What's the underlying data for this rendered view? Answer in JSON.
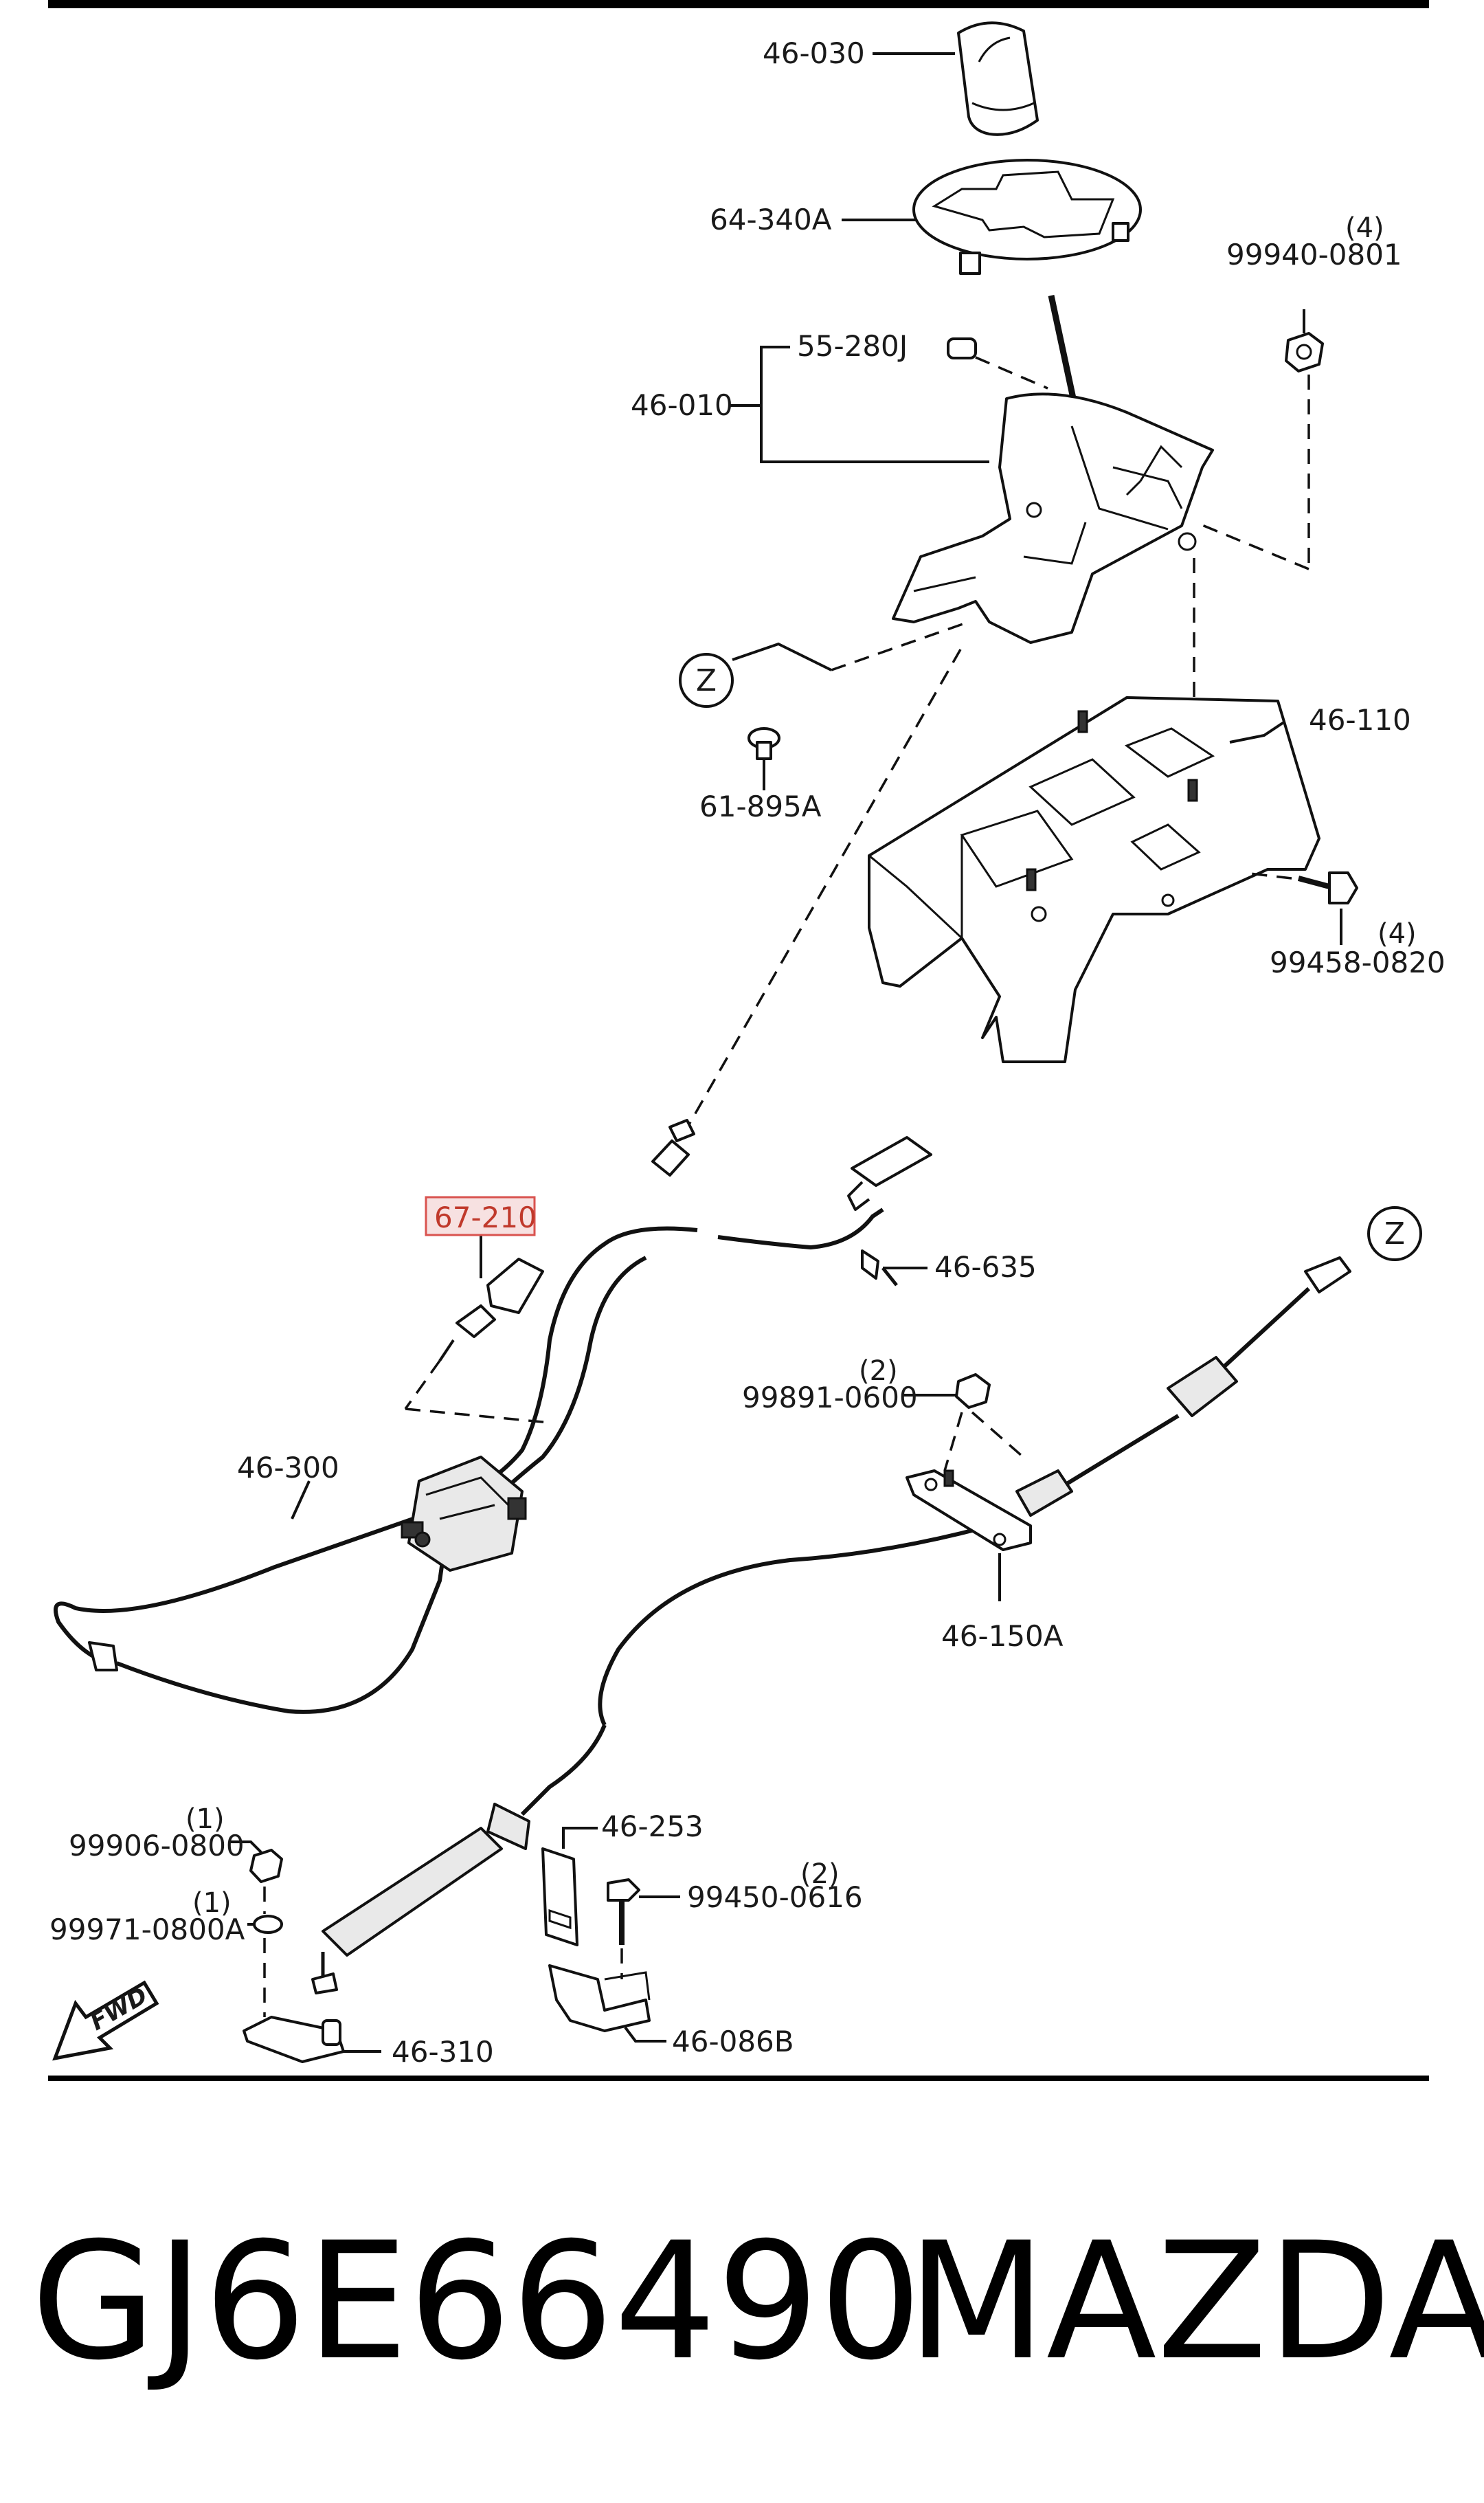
{
  "parts": [
    {
      "id": "knob",
      "number": "46-030"
    },
    {
      "id": "indicator_panel",
      "number": "64-340A"
    },
    {
      "id": "bulb",
      "number": "55-280J"
    },
    {
      "id": "shifter_assembly",
      "number": "46-010"
    },
    {
      "id": "nut_top",
      "number": "99940-0801",
      "qty": "(4)"
    },
    {
      "id": "clip",
      "number": "61-895A"
    },
    {
      "id": "bracket",
      "number": "46-110"
    },
    {
      "id": "bolt_bracket",
      "number": "99458-0820",
      "qty": "(4)"
    },
    {
      "id": "solenoid",
      "number": "67-210"
    },
    {
      "id": "clip_small",
      "number": "46-635"
    },
    {
      "id": "nut_mid",
      "number": "99891-0600",
      "qty": "(2)"
    },
    {
      "id": "interlock_cable",
      "number": "46-300"
    },
    {
      "id": "shift_cable",
      "number": "46-150A"
    },
    {
      "id": "nut_low",
      "number": "99906-0800",
      "qty": "(1)"
    },
    {
      "id": "washer",
      "number": "99971-0800A",
      "qty": "(1)"
    },
    {
      "id": "clip_plate",
      "number": "46-253"
    },
    {
      "id": "bolt_low",
      "number": "99450-0616",
      "qty": "(2)"
    },
    {
      "id": "bracket_low",
      "number": "46-086B"
    },
    {
      "id": "lever",
      "number": "46-310"
    }
  ],
  "markers": {
    "ref_letter": "Z"
  },
  "fwd_label": "FWD",
  "footer": {
    "part_number": "GJ6E66490",
    "brand": "MAZDA"
  },
  "highlight": {
    "part": "67-210",
    "color": "#d9534f"
  }
}
